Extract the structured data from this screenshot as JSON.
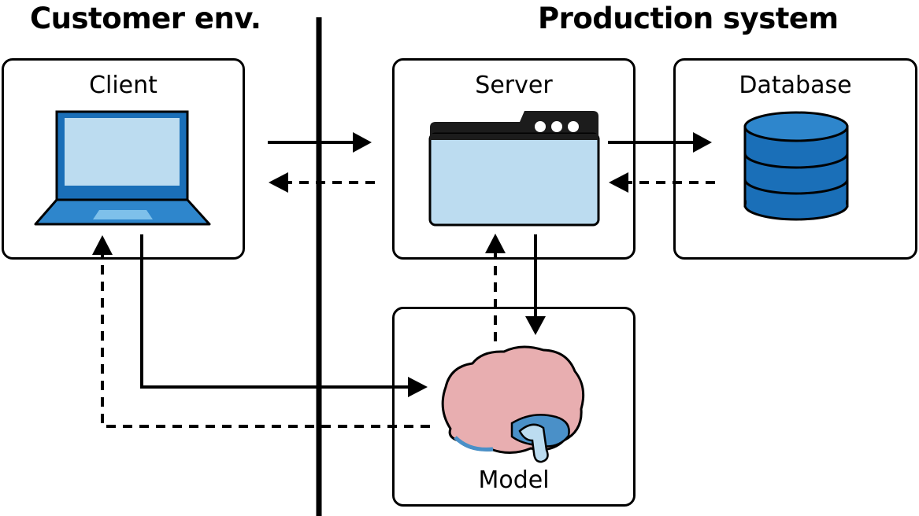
{
  "headings": {
    "left": "Customer env.",
    "right": "Production system"
  },
  "boxes": {
    "client": "Client",
    "server": "Server",
    "database": "Database",
    "model": "Model"
  },
  "icons": {
    "client": "laptop-icon",
    "server": "browser-window-icon",
    "database": "database-icon",
    "model": "brain-icon"
  },
  "colors": {
    "blue": "#1a6fb8",
    "light_blue": "#bcdcf0",
    "brain_pink": "#e8aeb0",
    "line": "#000000"
  }
}
